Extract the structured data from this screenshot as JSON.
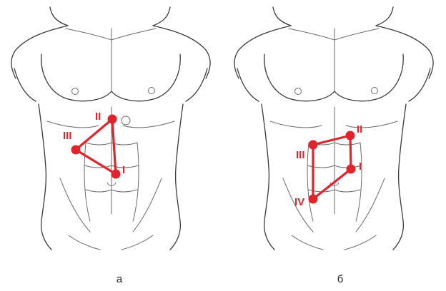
{
  "panels": [
    {
      "caption": "а",
      "ports": [
        {
          "label": "II",
          "color": "#e0242c"
        },
        {
          "label": "III",
          "color": "#e0242c"
        },
        {
          "label": "I",
          "color": "#e0242c"
        }
      ]
    },
    {
      "caption": "б",
      "ports": [
        {
          "label": "II",
          "color": "#e0242c"
        },
        {
          "label": "III",
          "color": "#e0242c"
        },
        {
          "label": "I",
          "color": "#e0242c"
        },
        {
          "label": "IV",
          "color": "#e0242c"
        }
      ]
    }
  ],
  "accent_color": "#e0242c"
}
